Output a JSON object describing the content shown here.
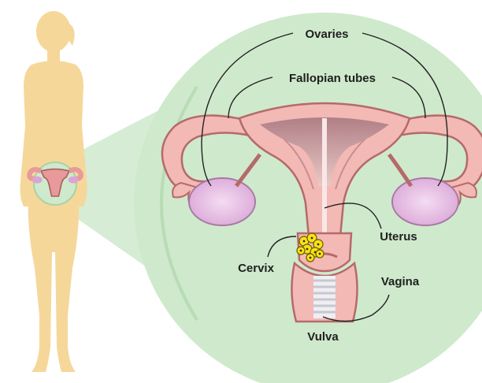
{
  "labels": {
    "ovaries": "Ovaries",
    "fallopian_tubes": "Fallopian tubes",
    "uterus": "Uterus",
    "cervix": "Cervix",
    "vagina": "Vagina",
    "vulva": "Vulva"
  },
  "colors": {
    "zoom_circle": "#cfe9cc",
    "silhouette": "#f6d79a",
    "tissue": "#f3b9b4",
    "tissue_outline": "#b56a6a",
    "ovary": "#e7bfe3",
    "abnormal_cells": "#f7e21a",
    "leader_lines": "#222222"
  },
  "icons": [
    "female-body-silhouette",
    "uterus-illustration",
    "abnormal-cells-cluster"
  ]
}
